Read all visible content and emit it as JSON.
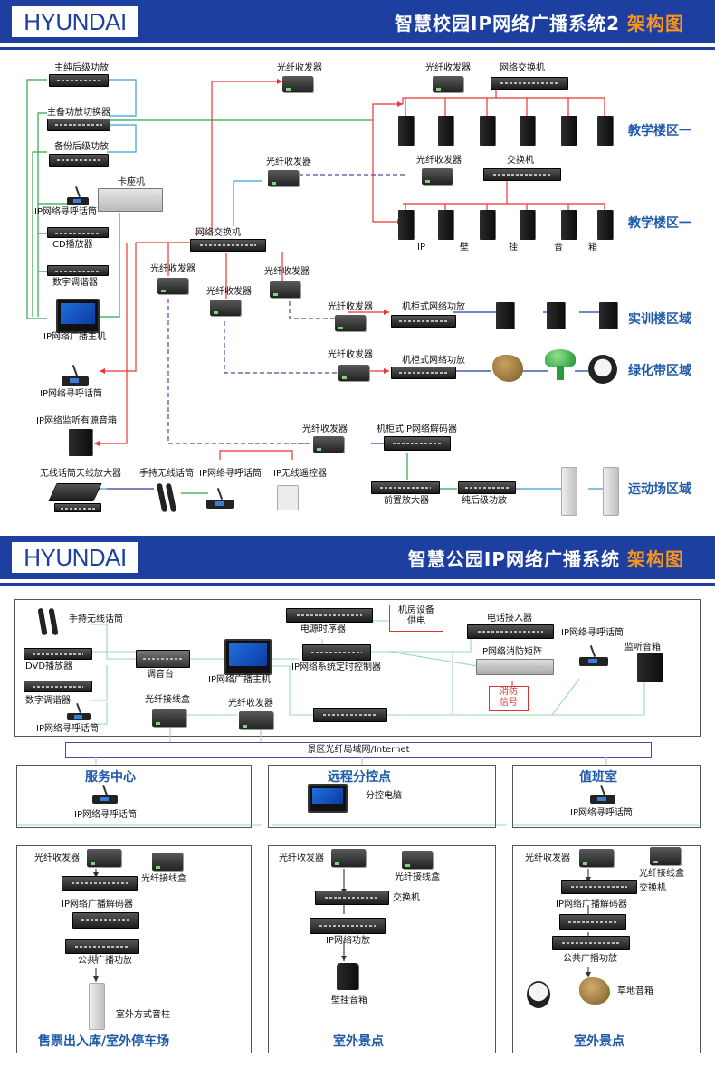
{
  "banner1": {
    "brand": "HYUNDAI",
    "title": "智慧校园IP网络广播系统2",
    "accent": "架构图"
  },
  "banner2": {
    "brand": "HYUNDAI",
    "title": "智慧公园IP网络广播系统",
    "accent": "架构图"
  },
  "campus": {
    "main_amp": "主纯后级功放",
    "switcher": "主备功放切换器",
    "backup_amp": "备份后级功放",
    "card_player": "卡座机",
    "ip_mic1": "IP网络寻呼话筒",
    "cd": "CD播放器",
    "tuner": "数字调谐器",
    "host": "IP网络广播主机",
    "ip_mic2": "IP网络寻呼话筒",
    "monitor_spk": "IP网络监听有源音箱",
    "wireless_ant": "无线话筒天线放大器",
    "handheld": "手持无线话筒",
    "ip_mic3": "IP网络寻呼话筒",
    "remote": "IP无线遥控器",
    "net_switch": "网络交换机",
    "fiber": "光纤收发器",
    "switch_a": "网络交换机",
    "switch_b": "交换机",
    "rack_amp": "机柜式网络功放",
    "rack_decoder": "机柜式IP网络解码器",
    "preamp": "前置放大器",
    "pure_amp": "纯后级功放",
    "wall_chars": [
      "IP",
      "壁",
      "挂",
      "音",
      "箱"
    ],
    "zones": [
      "教学楼区一",
      "教学楼区一",
      "实训楼区域",
      "绿化带区域",
      "运动场区域"
    ]
  },
  "park": {
    "handheld": "手持无线话筒",
    "dvd": "DVD播放器",
    "tuner": "数字调谐器",
    "ip_mic": "IP网络寻呼话筒",
    "mixer": "调音台",
    "host": "IP网络广播主机",
    "power_seq": "电源时序器",
    "timer": "IP网络系统定时控制器",
    "room_power": [
      "机房设备",
      "供电"
    ],
    "phone": "电话接入器",
    "fire_matrix": "IP网络消防矩阵",
    "fire_signal": [
      "消防",
      "信号"
    ],
    "ip_mic_top": "IP网络寻呼话筒",
    "monitor_spk": "监听音箱",
    "fiber_box": "光纤接线盒",
    "fiber": "光纤收发器",
    "lan": "景区光纤局域网/Internet",
    "service_center": "服务中心",
    "remote_site": "远程分控点",
    "duty_room": "值班室",
    "sub_pc": "分控电脑",
    "ip_mic_sc": "IP网络寻呼话筒",
    "ip_mic_duty": "IP网络寻呼话筒",
    "col1": {
      "fiber": "光纤收发器",
      "fiber_box": "光纤接线盒",
      "decoder": "IP网络广播解码器",
      "amp": "公共广播功放",
      "spk": "室外方式音柱",
      "footer": "售票出入库/室外停车场"
    },
    "col2": {
      "fiber": "光纤收发器",
      "fiber_box": "光纤接线盒",
      "switch": "交换机",
      "amp": "IP网络功放",
      "spk": "壁挂音箱",
      "footer": "室外景点"
    },
    "col3": {
      "fiber": "光纤收发器",
      "fiber_box": "光纤接线盒",
      "switch": "交换机",
      "decoder": "IP网络广播解码器",
      "amp": "公共广播功放",
      "spk": "草地音箱",
      "footer": "室外景点"
    }
  }
}
